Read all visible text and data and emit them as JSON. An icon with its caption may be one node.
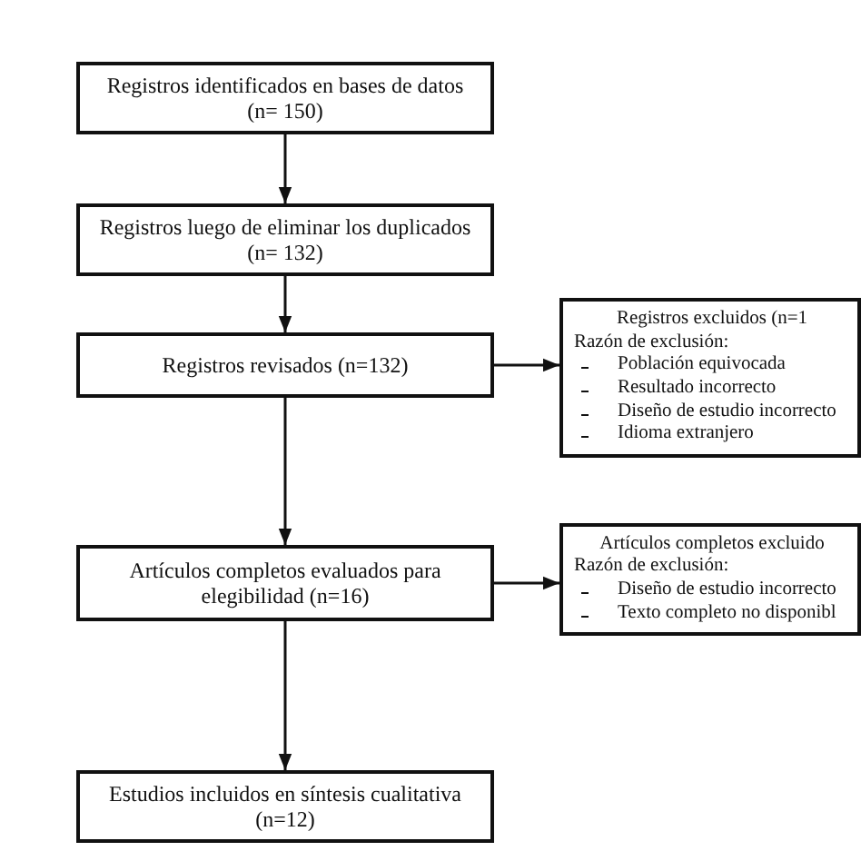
{
  "diagram": {
    "nodes": [
      {
        "text": [
          "Registros identificados en bases de datos (n= 150)"
        ]
      },
      {
        "text": [
          "Registros luego de eliminar los duplicados (n= 132)"
        ]
      },
      {
        "text": [
          "Registros revisados (n=132)"
        ]
      },
      {
        "text": [
          "Artículos completos evaluados para elegibilidad (n=16)"
        ]
      },
      {
        "text": [
          "Estudios incluidos en síntesis cualitativa (n=12)"
        ]
      },
      {
        "text": [
          "Registros excluidos (n=1",
          "Razón de exclusión:",
          "Población equivocada",
          "Resultado incorrecto",
          "Diseño de estudio incorrecto",
          "Idioma extranjero"
        ]
      },
      {
        "text": [
          "Artículos completos excluido",
          "Razón de exclusión:",
          "Diseño de estudio incorrecto",
          "Texto completo no disponibl"
        ]
      }
    ],
    "edges": [
      {
        "from": 0,
        "to": 1,
        "arrow": "to"
      },
      {
        "from": 1,
        "to": 2,
        "arrow": "to"
      },
      {
        "from": 2,
        "to": 3,
        "arrow": "to"
      },
      {
        "from": 3,
        "to": 4,
        "arrow": "to"
      },
      {
        "from": 2,
        "to": 5,
        "arrow": "to"
      },
      {
        "from": 3,
        "to": 6,
        "arrow": "to"
      }
    ]
  }
}
